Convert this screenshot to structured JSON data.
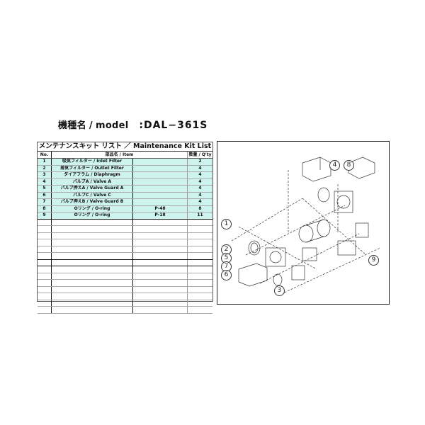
{
  "header": {
    "label_jp": "機種名",
    "separator": "/",
    "label_en": "model",
    "colon": ":",
    "model": "DAL−361S"
  },
  "kit_list": {
    "title": "メンテナンスキット リスト  ／  Maintenance Kit  List",
    "columns": {
      "no": "No.",
      "item": "部品名 / Item",
      "qty": "数量 / Q'ty"
    },
    "rows": [
      {
        "no": "1",
        "item": "吸気フィルター / Inlet Filter",
        "spec": "",
        "qty": "2"
      },
      {
        "no": "2",
        "item": "排気フィルター / Outlet Filter",
        "spec": "",
        "qty": "4"
      },
      {
        "no": "3",
        "item": "ダイアフラム / Diaphragm",
        "spec": "",
        "qty": "4"
      },
      {
        "no": "4",
        "item": "バルブA / Valve A",
        "spec": "",
        "qty": "4"
      },
      {
        "no": "5",
        "item": "バルブ押えA / Valve Guard A",
        "spec": "",
        "qty": "4"
      },
      {
        "no": "6",
        "item": "バルブC / Valve C",
        "spec": "",
        "qty": "4"
      },
      {
        "no": "7",
        "item": "バルブ押えB / Valve Guard B",
        "spec": "",
        "qty": "4"
      },
      {
        "no": "8",
        "item": "Oリング / O-ring",
        "spec": "P-48",
        "qty": "8"
      },
      {
        "no": "9",
        "item": "Oリング / O-ring",
        "spec": "P-18",
        "qty": "11"
      }
    ],
    "empty_rows": 14
  },
  "diagram": {
    "callouts": [
      "1",
      "2",
      "5",
      "7",
      "6",
      "3",
      "4",
      "8",
      "9"
    ]
  }
}
